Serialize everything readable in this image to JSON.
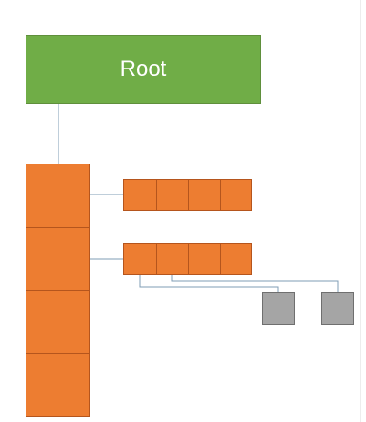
{
  "diagram": {
    "root": {
      "label": "Root"
    },
    "colors": {
      "root_fill": "#70ad47",
      "block_fill": "#ed7d31",
      "square_fill": "#a5a5a5",
      "connector": "#7f9cb6"
    },
    "column": {
      "cell_count": 4
    },
    "rows": [
      {
        "cell_count": 4
      },
      {
        "cell_count": 4
      }
    ],
    "squares": [
      {},
      {}
    ]
  }
}
